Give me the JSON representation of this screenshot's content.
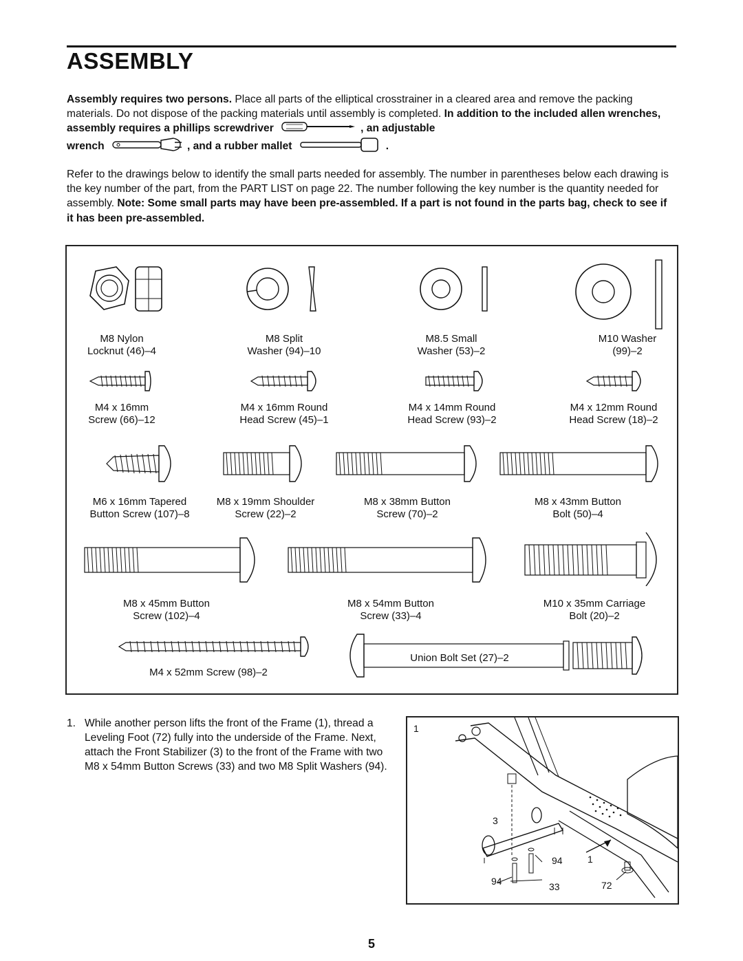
{
  "page": {
    "title": "ASSEMBLY",
    "page_number": "5"
  },
  "intro": {
    "p1_bold": "Assembly requires two persons.",
    "p1_text": " Place all parts of the elliptical crosstrainer in a cleared area and remove the packing materials. Do not dispose of the packing materials until assembly is completed. ",
    "p1_bold2": "In addition to the included allen wrenches, assembly requires a phillips screwdriver",
    "tools_text1": ", an adjustable",
    "tools_text2": "wrench",
    "tools_text3": ", and a rubber mallet",
    "tools_end": ".",
    "p2_text": "Refer to the drawings below to identify the small parts needed for assembly. The number in parentheses below each drawing is the key number of the part, from the PART LIST on page 22. The number following the key number is the quantity needed for assembly. ",
    "p2_bold": "Note: Some small parts may have been pre-assembled. If a part is not found in the parts bag, check to see if it has been pre-assembled."
  },
  "parts": [
    {
      "line1": "M8 Nylon",
      "line2": "Locknut (46)–4"
    },
    {
      "line1": "M8 Split",
      "line2": "Washer (94)–10"
    },
    {
      "line1": "M8.5 Small",
      "line2": "Washer (53)–2"
    },
    {
      "line1": "M10 Washer",
      "line2": "(99)–2"
    },
    {
      "line1": "M4 x 16mm",
      "line2": "Screw (66)–12"
    },
    {
      "line1": "M4 x 16mm Round",
      "line2": "Head Screw (45)–1"
    },
    {
      "line1": "M4 x 14mm Round",
      "line2": "Head Screw (93)–2"
    },
    {
      "line1": "M4 x 12mm Round",
      "line2": "Head Screw (18)–2"
    },
    {
      "line1": "M6 x 16mm Tapered",
      "line2": "Button Screw (107)–8"
    },
    {
      "line1": "M8 x 19mm Shoulder",
      "line2": "Screw (22)–2"
    },
    {
      "line1": "M8 x 38mm Button",
      "line2": "Screw (70)–2"
    },
    {
      "line1": "M8 x 43mm Button",
      "line2": "Bolt (50)–4"
    },
    {
      "line1": "M8 x 45mm Button",
      "line2": "Screw (102)–4"
    },
    {
      "line1": "M8 x 54mm Button",
      "line2": "Screw (33)–4"
    },
    {
      "line1": "M10 x 35mm Carriage",
      "line2": "Bolt (20)–2"
    },
    {
      "line1": "M4 x 52mm Screw (98)–2"
    },
    {
      "line1": "Union Bolt Set (27)–2"
    }
  ],
  "step1": {
    "number": "1.",
    "text": "While another person lifts the front of the Frame (1), thread a Leveling Foot (72) fully into the underside of the Frame. Next, attach the Front Stabilizer (3) to the front of the Frame with two M8 x 54mm Button Screws (33) and two M8 Split Washers (94)."
  },
  "figure1": {
    "label": "1",
    "callouts": [
      "3",
      "94",
      "1",
      "94",
      "33",
      "72"
    ]
  }
}
